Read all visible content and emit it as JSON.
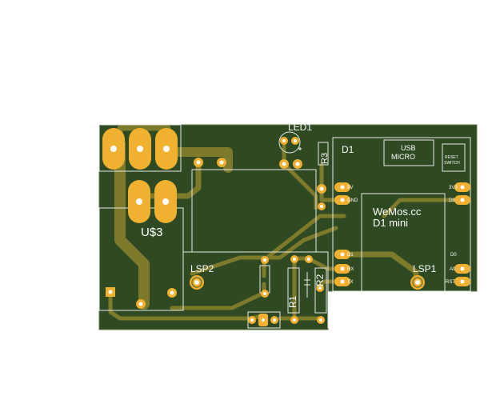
{
  "board": {
    "colors": {
      "background": "#ffffff",
      "substrate": "#2f4a22",
      "trace": "#7d7a2c",
      "pad": "#f0b030",
      "silk": "#e8e8e8"
    }
  },
  "labels": {
    "led1": "LED1",
    "r3": "R3",
    "d1": "D1",
    "usb": "USB",
    "micro": "MICRO",
    "reset": "RESET",
    "switch": "SWITCH",
    "pin_5v": "5V",
    "pin_gnd": "GND",
    "pin_3v3": "3V3",
    "pin_d8": "D8",
    "pin_d1": "D1",
    "pin_rx": "RX",
    "pin_tx": "TX",
    "pin_d0": "D0",
    "pin_a0": "A0",
    "pin_rst": "RST",
    "wemos": "WeMos.cc",
    "d1_mini": "D1 mini",
    "lsp1": "LSP1",
    "lsp2": "LSP2",
    "us3": "U$3",
    "r1": "R1",
    "r2": "R2"
  }
}
